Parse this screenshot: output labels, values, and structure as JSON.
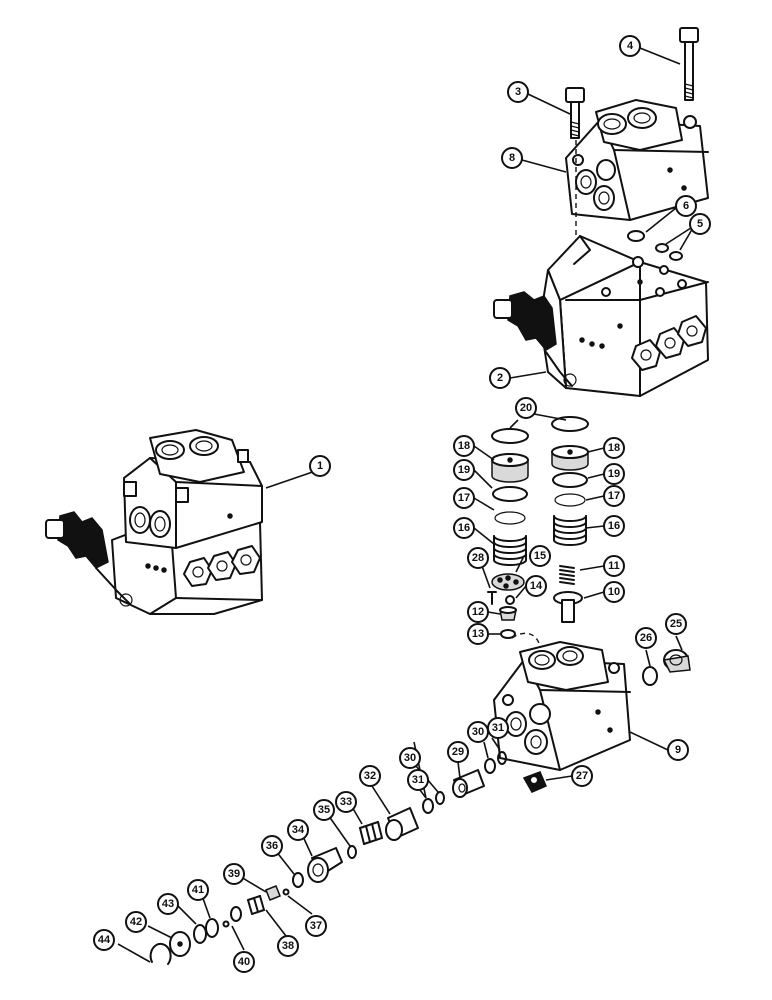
{
  "callouts": [
    {
      "id": "c1",
      "label": "1"
    },
    {
      "id": "c2",
      "label": "2"
    },
    {
      "id": "c3",
      "label": "3"
    },
    {
      "id": "c4",
      "label": "4"
    },
    {
      "id": "c5",
      "label": "5"
    },
    {
      "id": "c6",
      "label": "6"
    },
    {
      "id": "c8",
      "label": "8"
    },
    {
      "id": "c9",
      "label": "9"
    },
    {
      "id": "c10",
      "label": "10"
    },
    {
      "id": "c11",
      "label": "11"
    },
    {
      "id": "c12",
      "label": "12"
    },
    {
      "id": "c13",
      "label": "13"
    },
    {
      "id": "c14",
      "label": "14"
    },
    {
      "id": "c15",
      "label": "15"
    },
    {
      "id": "c16a",
      "label": "16"
    },
    {
      "id": "c16b",
      "label": "16"
    },
    {
      "id": "c17a",
      "label": "17"
    },
    {
      "id": "c17b",
      "label": "17"
    },
    {
      "id": "c18a",
      "label": "18"
    },
    {
      "id": "c18b",
      "label": "18"
    },
    {
      "id": "c19a",
      "label": "19"
    },
    {
      "id": "c19b",
      "label": "19"
    },
    {
      "id": "c20",
      "label": "20"
    },
    {
      "id": "c25",
      "label": "25"
    },
    {
      "id": "c26",
      "label": "26"
    },
    {
      "id": "c27",
      "label": "27"
    },
    {
      "id": "c28",
      "label": "28"
    },
    {
      "id": "c29",
      "label": "29"
    },
    {
      "id": "c30a",
      "label": "30"
    },
    {
      "id": "c30b",
      "label": "30"
    },
    {
      "id": "c31a",
      "label": "31"
    },
    {
      "id": "c31b",
      "label": "31"
    },
    {
      "id": "c32",
      "label": "32"
    },
    {
      "id": "c33",
      "label": "33"
    },
    {
      "id": "c34",
      "label": "34"
    },
    {
      "id": "c35",
      "label": "35"
    },
    {
      "id": "c36",
      "label": "36"
    },
    {
      "id": "c37",
      "label": "37"
    },
    {
      "id": "c38",
      "label": "38"
    },
    {
      "id": "c39",
      "label": "39"
    },
    {
      "id": "c40",
      "label": "40"
    },
    {
      "id": "c41",
      "label": "41"
    },
    {
      "id": "c42",
      "label": "42"
    },
    {
      "id": "c43",
      "label": "43"
    },
    {
      "id": "c44",
      "label": "44"
    }
  ]
}
